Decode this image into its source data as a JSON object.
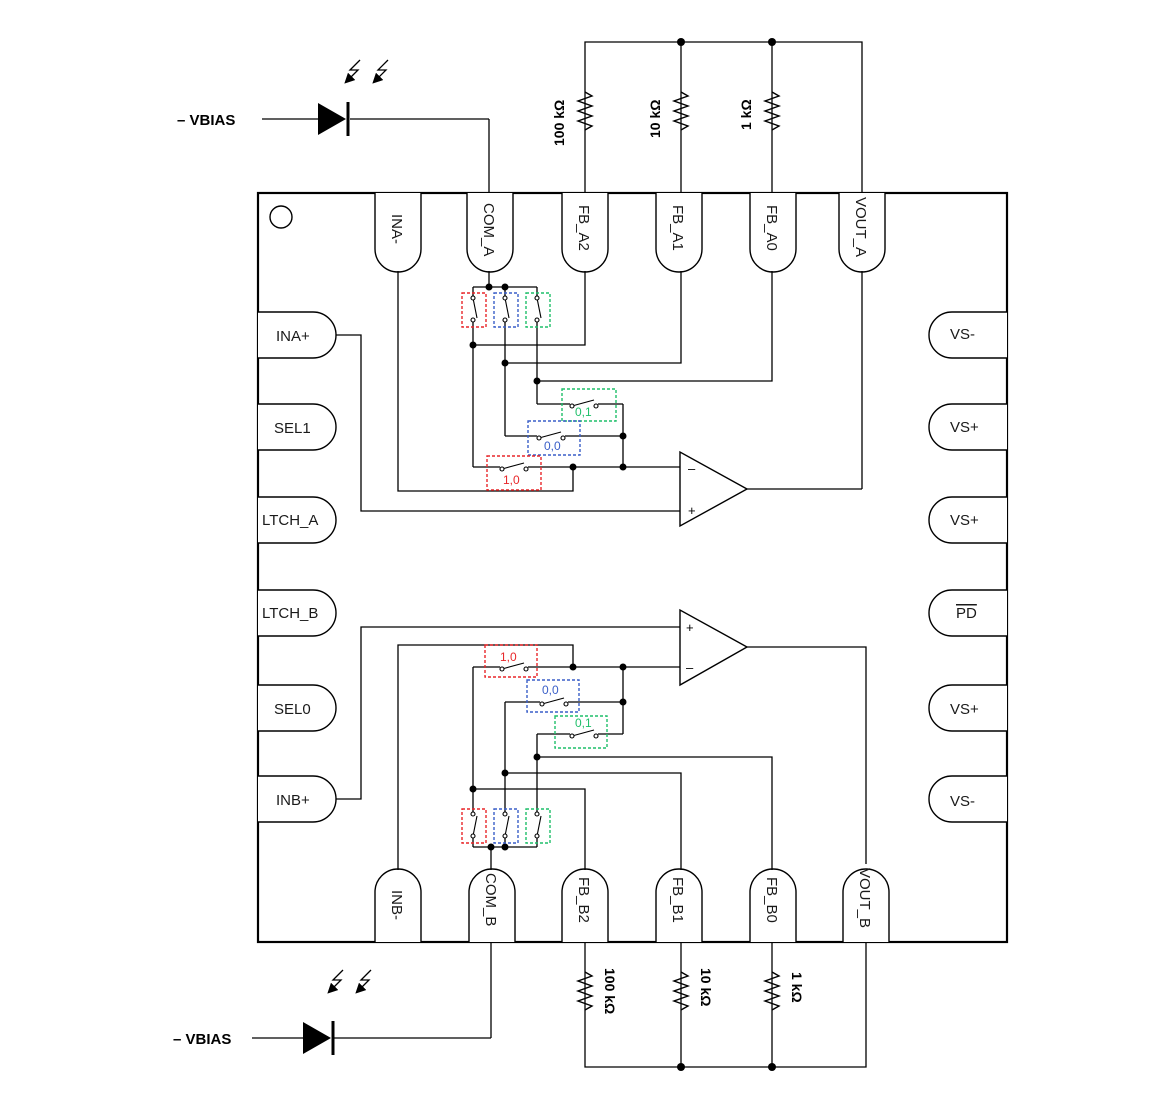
{
  "diagram": {
    "colors": {
      "red": "#e8272a",
      "blue": "#3a5fc8",
      "green": "#1fbf6a"
    },
    "pins_left": [
      "INA+",
      "SEL1",
      "LTCH_A",
      "LTCH_B",
      "SEL0",
      "INB+"
    ],
    "pins_right": [
      "VS-",
      "VS+",
      "VS+",
      "PD",
      "VS+",
      "VS-"
    ],
    "pins_top": [
      "INA-",
      "COM_A",
      "FB_A2",
      "FB_A1",
      "FB_A0",
      "VOUT_A"
    ],
    "pins_bottom": [
      "INB-",
      "COM_B",
      "FB_B2",
      "FB_B1",
      "FB_B0",
      "VOUT_B"
    ],
    "resistors_top": [
      "100 kΩ",
      "10 kΩ",
      "1 kΩ"
    ],
    "resistors_bottom": [
      "100 kΩ",
      "10 kΩ",
      "1 kΩ"
    ],
    "bias_top": "– VBIAS",
    "bias_bottom": "– VBIAS",
    "codes_a": [
      "0,1",
      "0,0",
      "1,0"
    ],
    "codes_b": [
      "1,0",
      "0,0",
      "0,1"
    ],
    "opamp_signs": {
      "minus": "–",
      "plus": "+"
    }
  }
}
